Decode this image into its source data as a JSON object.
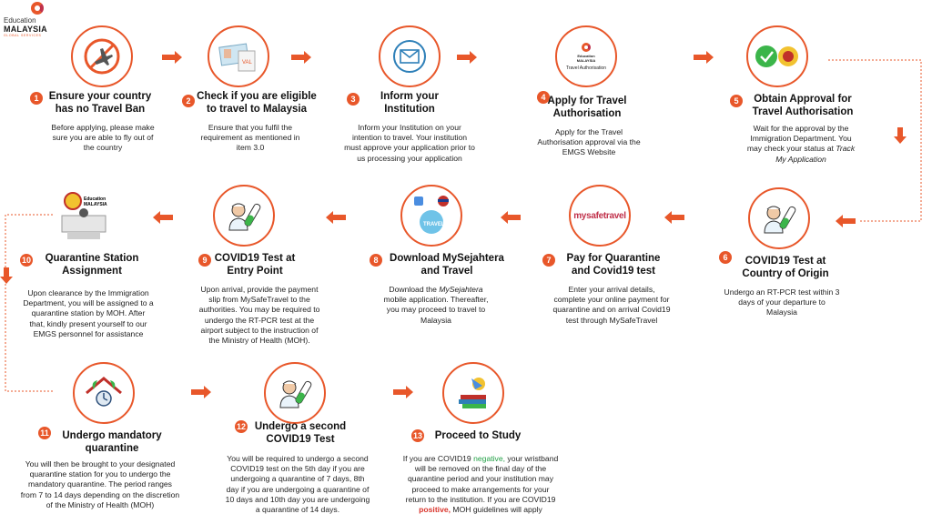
{
  "logo": {
    "line1": "Education",
    "line2": "MALAYSIA",
    "line3": "GLOBAL SERVICES"
  },
  "colors": {
    "accent": "#e8572a",
    "green": "#22a046",
    "red": "#d9342b"
  },
  "steps": [
    {
      "num": "1",
      "icon": "no-flight-icon",
      "title1": "Ensure your country",
      "title2": "has no Travel Ban",
      "desc": [
        "Before applying, please make",
        "sure you are able to fly out of",
        "the country"
      ]
    },
    {
      "num": "2",
      "icon": "visa-document-icon",
      "title1": "Check if you are eligible",
      "title2": "to travel to Malaysia",
      "desc": [
        "Ensure that you fulfil the",
        "requirement as mentioned in",
        "item 3.0"
      ]
    },
    {
      "num": "3",
      "icon": "envelope-icon",
      "title1": "Inform your",
      "title2": "Institution",
      "desc": [
        "Inform your Institution on your",
        "intention to travel. Your institution",
        "must approve your application prior to",
        "us processing your application"
      ]
    },
    {
      "num": "4",
      "icon": "travel-authorisation-icon",
      "icon_text": "Travel Authorisation",
      "title1": "Apply for Travel",
      "title2": "Authorisation",
      "desc": [
        "Apply for the Travel",
        "Authorisation approval via the",
        "EMGS Website"
      ]
    },
    {
      "num": "5",
      "icon": "approval-check-icon",
      "title1": "Obtain Approval for",
      "title2": "Travel Authorisation",
      "desc": [
        "Wait for the approval by the",
        "Immigration Department. You",
        "may check your status at"
      ],
      "desc_italic1": "Track",
      "desc_italic2": "My Application"
    },
    {
      "num": "6",
      "icon": "doctor-test-icon",
      "title1": "COVID19 Test at",
      "title2": "Country of Origin",
      "desc": [
        "Undergo an RT-PCR test within 3",
        "days of your departure to",
        "Malaysia"
      ]
    },
    {
      "num": "7",
      "icon": "mysafetravel-logo-icon",
      "icon_text": "mysafetravel",
      "title1": "Pay for Quarantine",
      "title2": "and Covid19 test",
      "desc": [
        "Enter your arrival details,",
        "complete your online payment for",
        "quarantine and on arrival Covid19",
        "test through MySafeTravel"
      ]
    },
    {
      "num": "8",
      "icon": "travel-app-icon",
      "icon_text": "TRAVEL",
      "title1": "Download MySejahtera",
      "title2": "and Travel",
      "desc_pre": "Download the",
      "desc_italic": "MySejahtera",
      "desc": [
        "mobile application. Thereafter,",
        "you may proceed to travel to",
        "Malaysia"
      ]
    },
    {
      "num": "9",
      "icon": "doctor-test-icon",
      "title1": "COVID19 Test at",
      "title2": "Entry Point",
      "desc": [
        "Upon arrival, provide the payment",
        "slip from MySafeTravel to the",
        "authorities. You may be required to",
        "undergo the RT-PCR test at the",
        "airport subject to the instruction of",
        "the Ministry of Health (MOH)."
      ]
    },
    {
      "num": "10",
      "icon": "quarantine-station-icon",
      "title1": "Quarantine Station",
      "title2": "Assignment",
      "desc": [
        "Upon clearance by the Immigration",
        "Department, you will be assigned to a",
        "quarantine station by MOH. After",
        "that, kindly present yourself to our",
        "EMGS personnel for assistance"
      ]
    },
    {
      "num": "11",
      "icon": "house-quarantine-icon",
      "title1": "Undergo mandatory",
      "title2": "quarantine",
      "desc": [
        "You will then be brought to your designated",
        "quarantine station for you to undergo the",
        "mandatory quarantine. The period ranges",
        "from 7 to 14 days depending on the discretion",
        "of the Ministry of Health (MOH)"
      ]
    },
    {
      "num": "12",
      "icon": "doctor-test-icon",
      "title1": "Undergo a second",
      "title2": "COVID19 Test",
      "desc": [
        "You will be required to undergo a second",
        "COVID19 test on the 5th day if you are",
        "undergoing a quarantine of 7 days, 8th",
        "day if you are undergoing a quarantine of",
        "10 days and 10th day you are undergoing",
        "a quarantine of 14 days."
      ]
    },
    {
      "num": "13",
      "icon": "study-books-icon",
      "title1": "Proceed to Study",
      "title2": "",
      "d1_pre": "If you are COVID19",
      "d1_green": "negative,",
      "d1_post": "your wristband",
      "desc": [
        "will be removed on the final day of the",
        "quarantine period and your institution may",
        "proceed to make arrangements for your",
        "return to the institution. If you are COVID19"
      ],
      "d_last_red": "positive,",
      "d_last_post": "MOH guidelines will apply"
    }
  ]
}
